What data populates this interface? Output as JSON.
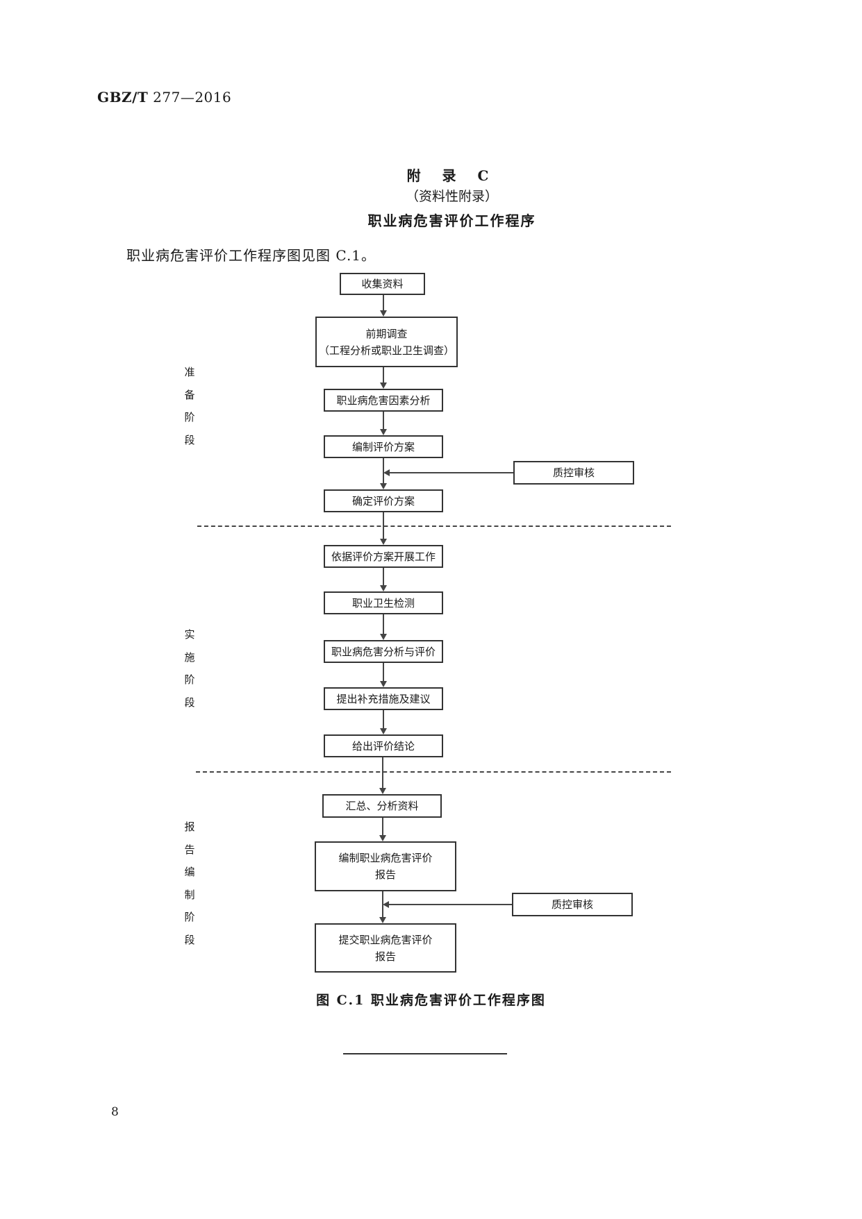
{
  "header": {
    "standard_code_bold": "GBZ/T",
    "standard_code_rest": " 277—2016"
  },
  "appendix": {
    "title": "附 录 C",
    "subtitle": "（资料性附录）",
    "name": "职业病危害评价工作程序",
    "intro": "职业病危害评价工作程序图见图 C.1。"
  },
  "flowchart": {
    "boxes": {
      "collect": "收集资料",
      "pre_survey_1": "前期调查",
      "pre_survey_2": "（工程分析或职业卫生调查）",
      "factor_analysis": "职业病危害因素分析",
      "plan_draft": "编制评价方案",
      "qc_review_1": "质控审核",
      "plan_confirm": "确定评价方案",
      "execute": "依据评价方案开展工作",
      "detection": "职业卫生检测",
      "hazard_eval": "职业病危害分析与评价",
      "measures": "提出补充措施及建议",
      "conclusion": "给出评价结论",
      "summary": "汇总、分析资料",
      "report_draft_1": "编制职业病危害评价",
      "report_draft_2": "报告",
      "qc_review_2": "质控审核",
      "report_submit_1": "提交职业病危害评价",
      "report_submit_2": "报告"
    },
    "stages": {
      "prep": [
        "准",
        "备",
        "阶",
        "段"
      ],
      "impl": [
        "实",
        "施",
        "阶",
        "段"
      ],
      "report": [
        "报",
        "告",
        "编",
        "制",
        "阶",
        "段"
      ]
    }
  },
  "caption": "图 C.1  职业病危害评价工作程序图",
  "page_number": "8"
}
